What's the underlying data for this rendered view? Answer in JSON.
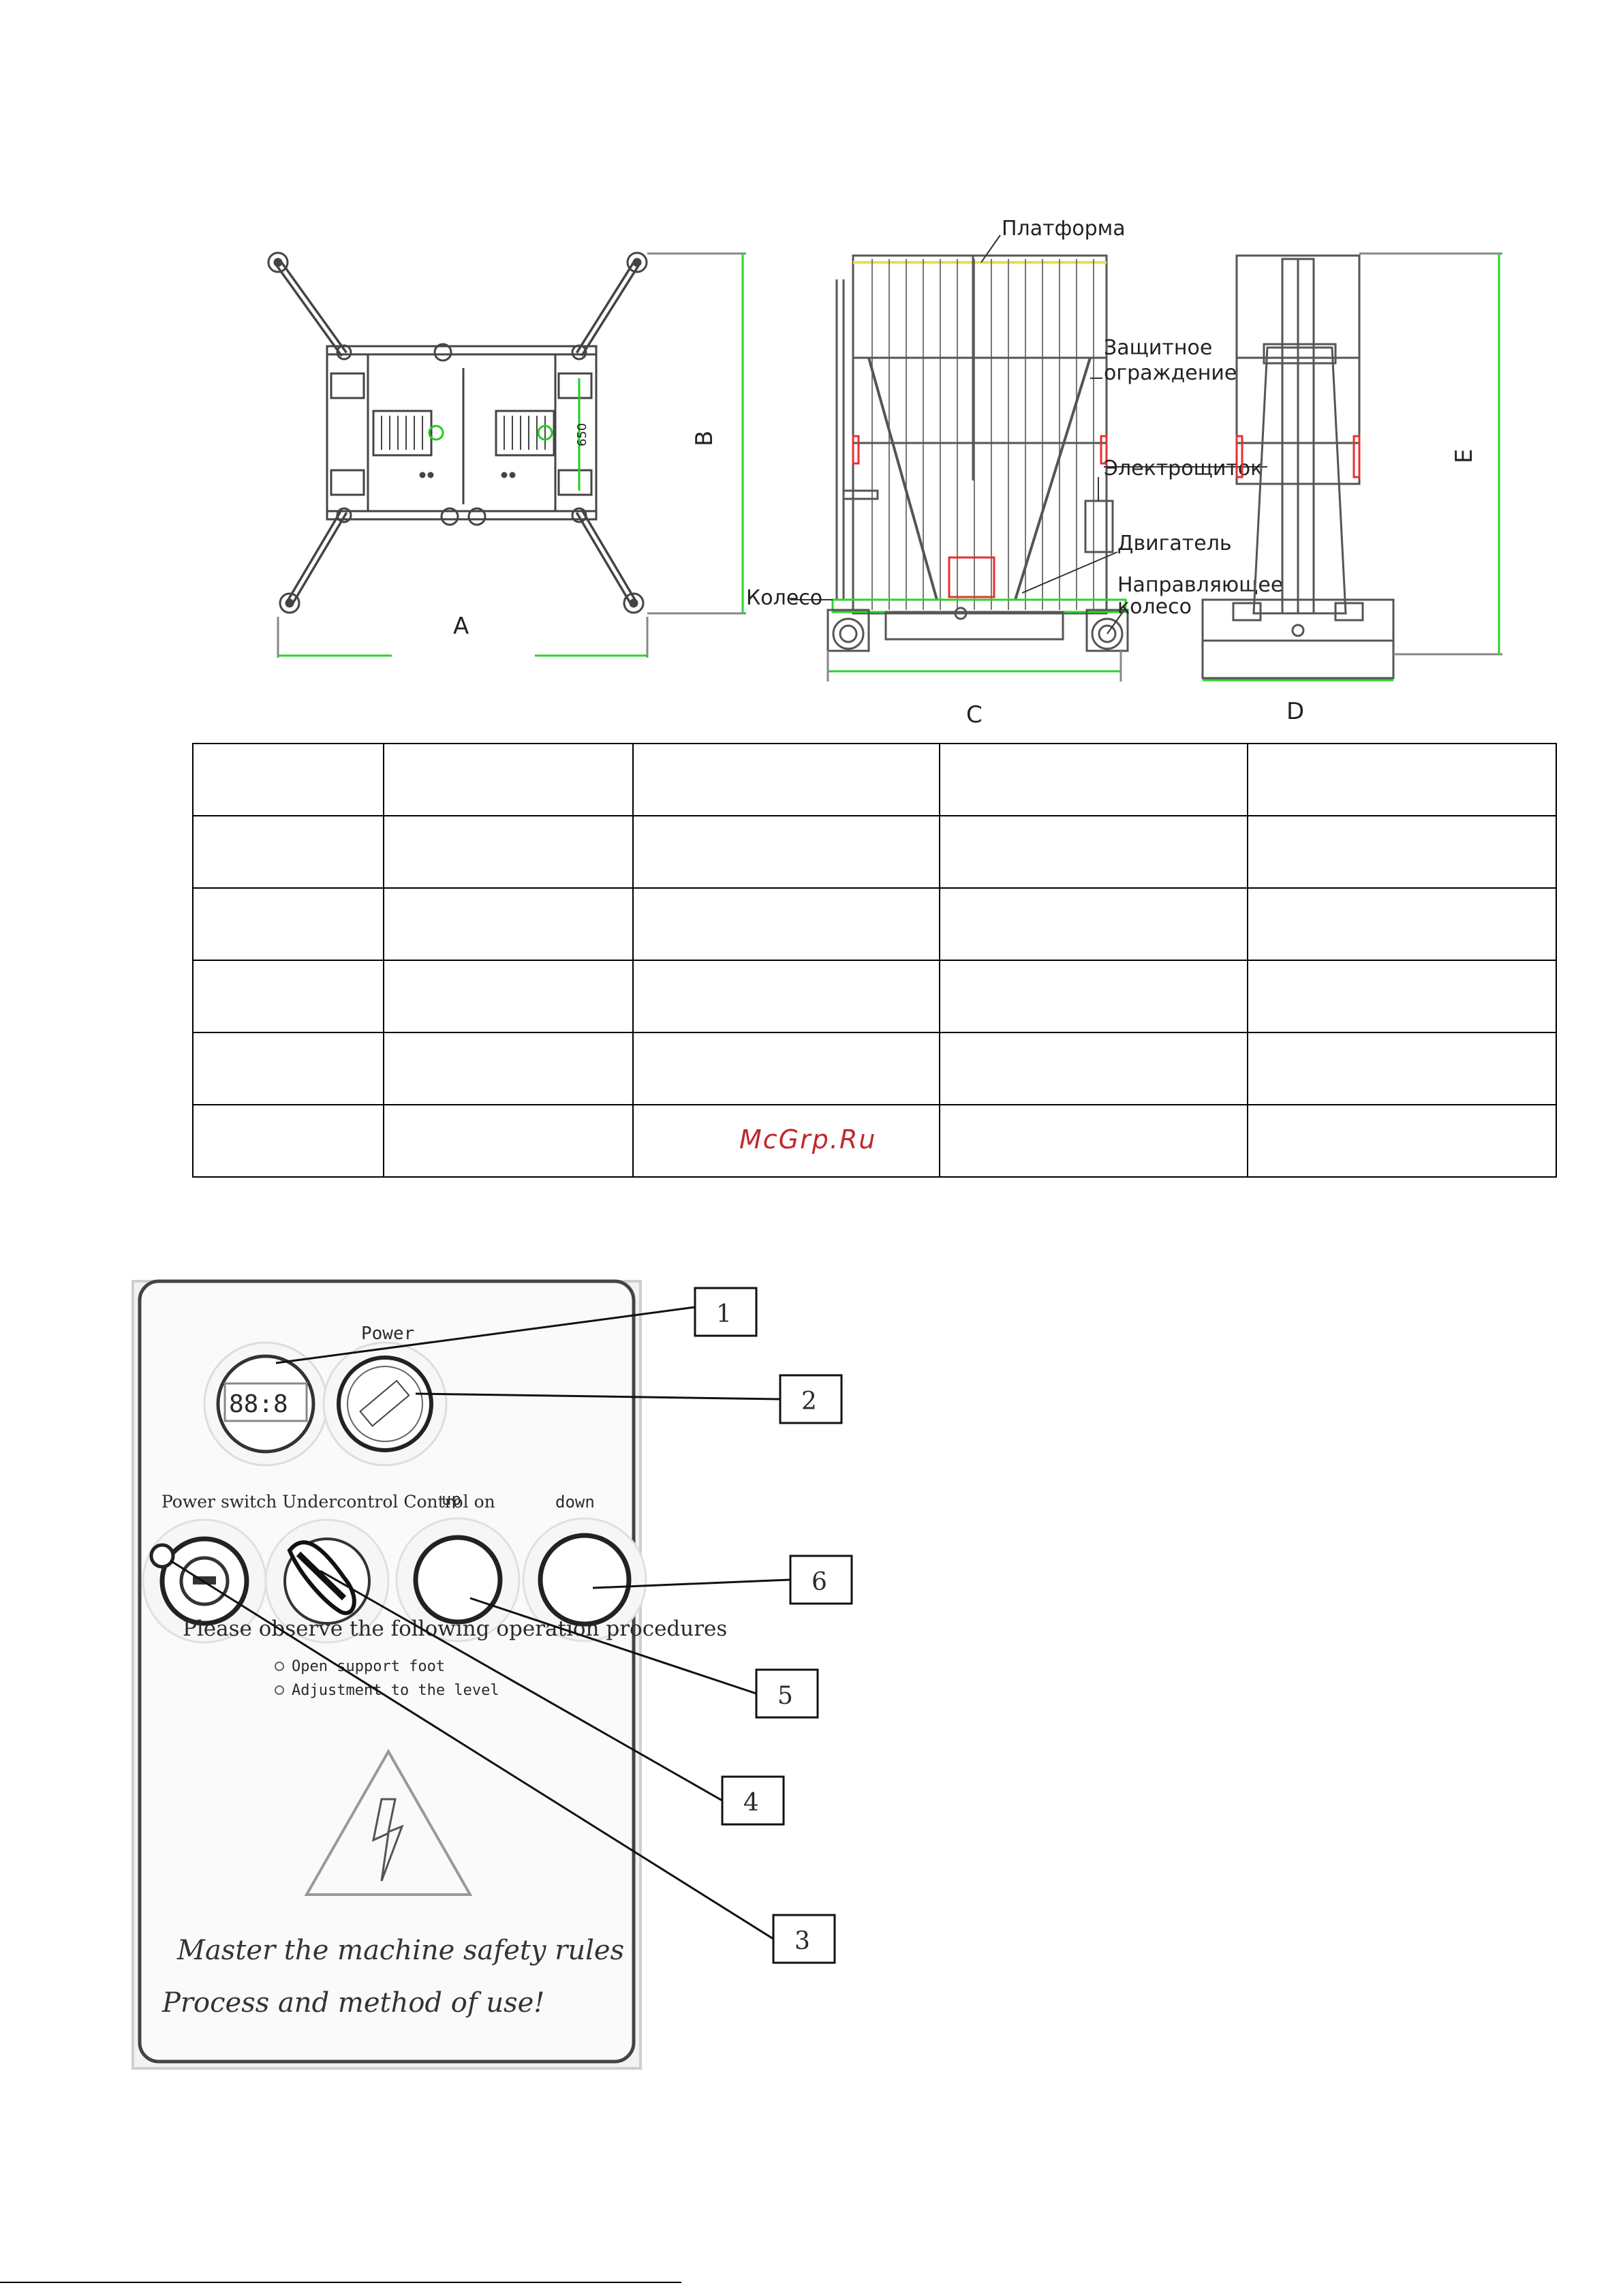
{
  "diagram": {
    "labels": {
      "platform": "Платформа",
      "guard_line1": "Защитное",
      "guard_line2": "ограждение",
      "control_box": "Электрощиток",
      "motor": "Двигатель",
      "wheel": "Колесо",
      "guide_wheel_line1": "Направляющее",
      "guide_wheel_line2": "колесо",
      "dim_a": "A",
      "dim_b": "B",
      "dim_c": "C",
      "dim_d": "D",
      "dim_e": "E",
      "dim_650": "650"
    }
  },
  "spec_table": {
    "rows": 6,
    "cols": 5,
    "watermark": "McGrp.Ru"
  },
  "panel": {
    "power_label": "Power",
    "labels_row": "Power switch  Undercontrol Control on",
    "up_label": "up",
    "down_label": "down",
    "instruction": "Please observe the following operation procedures",
    "step1": "Open support foot",
    "step2": "Adjustment to the level",
    "safety_line1": "Master the machine safety rules",
    "safety_line2": "Process and method of use!",
    "callouts": [
      "1",
      "2",
      "3",
      "4",
      "5",
      "6"
    ]
  }
}
